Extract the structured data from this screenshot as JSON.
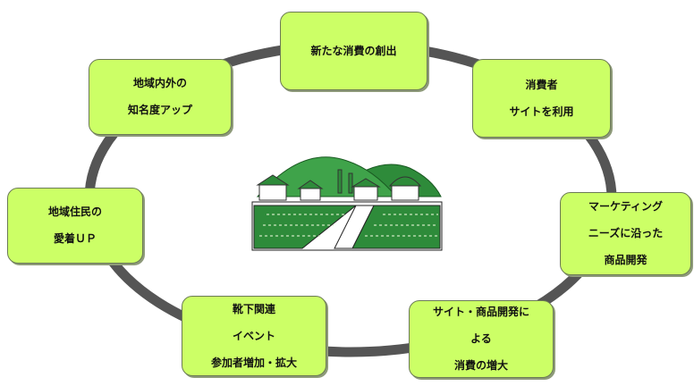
{
  "nodes": [
    {
      "id": "new-consumption",
      "lines": [
        "新たな消費の創出"
      ]
    },
    {
      "id": "consumer-site",
      "lines": [
        "消費者",
        "サイトを利用"
      ]
    },
    {
      "id": "marketing",
      "lines": [
        "マーケティング",
        "ニーズに沿った",
        "商品開発"
      ]
    },
    {
      "id": "site-product",
      "lines": [
        "サイト・商品開発に",
        "よる",
        "消費の増大"
      ]
    },
    {
      "id": "event",
      "lines": [
        "靴下関連",
        "イベント",
        "参加者増加・拡大"
      ]
    },
    {
      "id": "local-love",
      "lines": [
        "地域住民の",
        "愛着ＵＰ"
      ]
    },
    {
      "id": "awareness",
      "lines": [
        "地域内外の",
        "知名度アップ"
      ]
    }
  ],
  "colors": {
    "box_fill": "#ccff66",
    "ring": "#555555",
    "mountain": "#2e8b3a"
  }
}
